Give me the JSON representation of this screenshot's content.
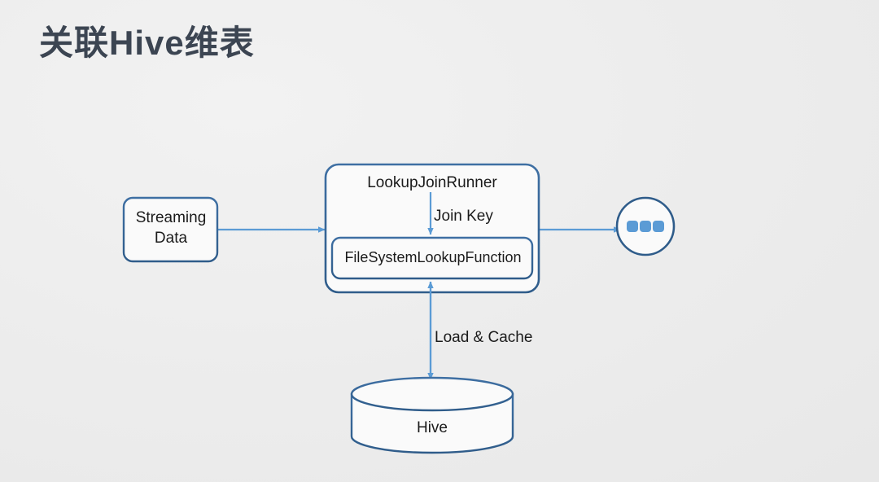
{
  "slide": {
    "title": "关联Hive维表",
    "background_color": "#ececec",
    "title_color": "#3c4552"
  },
  "theme": {
    "shape_stroke": "#3a6ea5",
    "arrow_color": "#5b9bd5",
    "shape_fill": "#fafafa",
    "dot_color": "#5b9bd5",
    "text_color": "#1b1b1b"
  },
  "diagram": {
    "type": "flow-diagram",
    "nodes": [
      {
        "id": "streaming-data",
        "label": "Streaming\nData",
        "shape": "rounded-rect"
      },
      {
        "id": "lookup-join-runner",
        "label": "LookupJoinRunner",
        "shape": "rounded-rect-container"
      },
      {
        "id": "filesystem-lookup-function",
        "label": "FileSystemLookupFunction",
        "shape": "rounded-rect"
      },
      {
        "id": "downstream",
        "label": "",
        "shape": "circle-ellipsis",
        "icon": "ellipsis-dots-icon",
        "dot_count": 3
      },
      {
        "id": "hive",
        "label": "Hive",
        "shape": "cylinder"
      }
    ],
    "edges": [
      {
        "id": "streaming-to-runner",
        "from": "streaming-data",
        "to": "lookup-join-runner",
        "label": "",
        "direction": "forward"
      },
      {
        "id": "runner-to-lookupfn",
        "from": "lookup-join-runner",
        "to": "filesystem-lookup-function",
        "label": "Join Key",
        "direction": "forward"
      },
      {
        "id": "runner-to-downstream",
        "from": "lookup-join-runner",
        "to": "downstream",
        "label": "",
        "direction": "forward"
      },
      {
        "id": "lookupfn-hive",
        "from": "filesystem-lookup-function",
        "to": "hive",
        "label": "Load & Cache",
        "direction": "bidirectional"
      }
    ]
  }
}
